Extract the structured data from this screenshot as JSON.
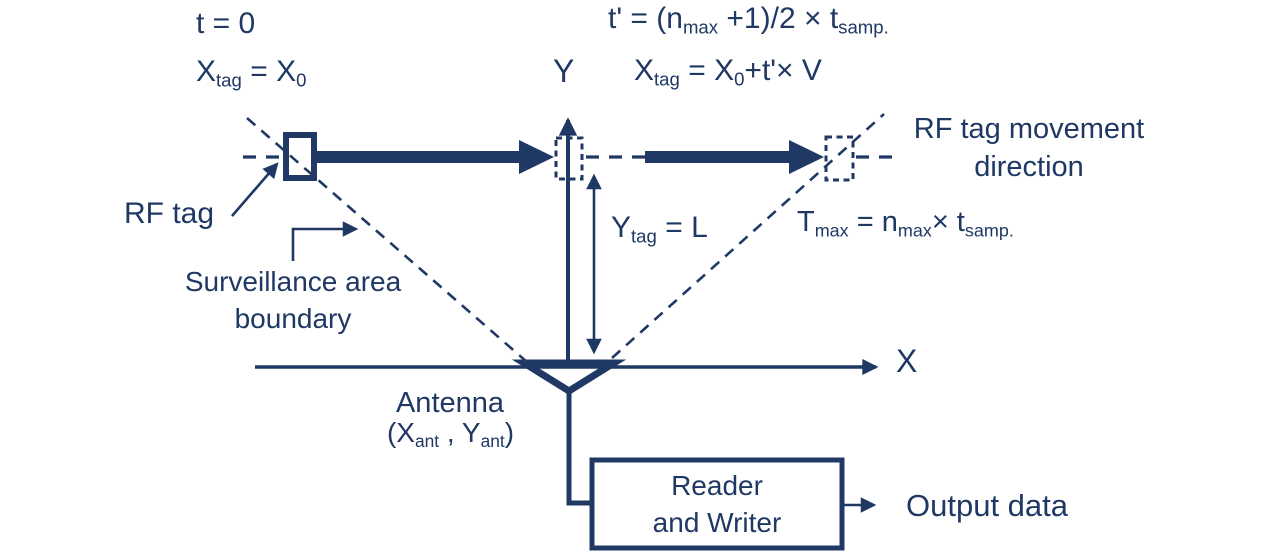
{
  "colors": {
    "ink": "#1f3864",
    "background": "#ffffff"
  },
  "labels": {
    "time_initial": "t = 0",
    "xtag_initial": [
      {
        "t": "X"
      },
      {
        "t": "tag",
        "sub": true
      },
      {
        "t": " = X"
      },
      {
        "t": "0",
        "sub": true
      }
    ],
    "time_mid": [
      {
        "t": "t' = (n"
      },
      {
        "t": "max",
        "sub": true
      },
      {
        "t": " +1)/2 × "
      },
      {
        "t": "t"
      },
      {
        "t": "samp.",
        "sub": true
      }
    ],
    "xtag_mid": [
      {
        "t": "X"
      },
      {
        "t": "tag",
        "sub": true
      },
      {
        "t": " = X"
      },
      {
        "t": "0",
        "sub": true
      },
      {
        "t": "+t'× V"
      }
    ],
    "y_axis": "Y",
    "x_axis": "X",
    "movement_direction": "RF tag movement direction",
    "rf_tag": "RF tag",
    "surveillance_boundary": "Surveillance area boundary",
    "ytag_distance": [
      {
        "t": "Y"
      },
      {
        "t": "tag",
        "sub": true
      },
      {
        "t": " = L"
      }
    ],
    "tmax": [
      {
        "t": "T"
      },
      {
        "t": "max",
        "sub": true
      },
      {
        "t": " = n"
      },
      {
        "t": "max",
        "sub": true
      },
      {
        "t": "× t"
      },
      {
        "t": "samp.",
        "sub": true
      }
    ],
    "antenna_name": "Antenna",
    "antenna_coords": [
      {
        "t": "(X"
      },
      {
        "t": "ant",
        "sub": true
      },
      {
        "t": " , Y"
      },
      {
        "t": "ant",
        "sub": true
      },
      {
        "t": ")"
      }
    ],
    "reader_line1": "Reader",
    "reader_line2": "and Writer",
    "output_data": "Output data"
  }
}
